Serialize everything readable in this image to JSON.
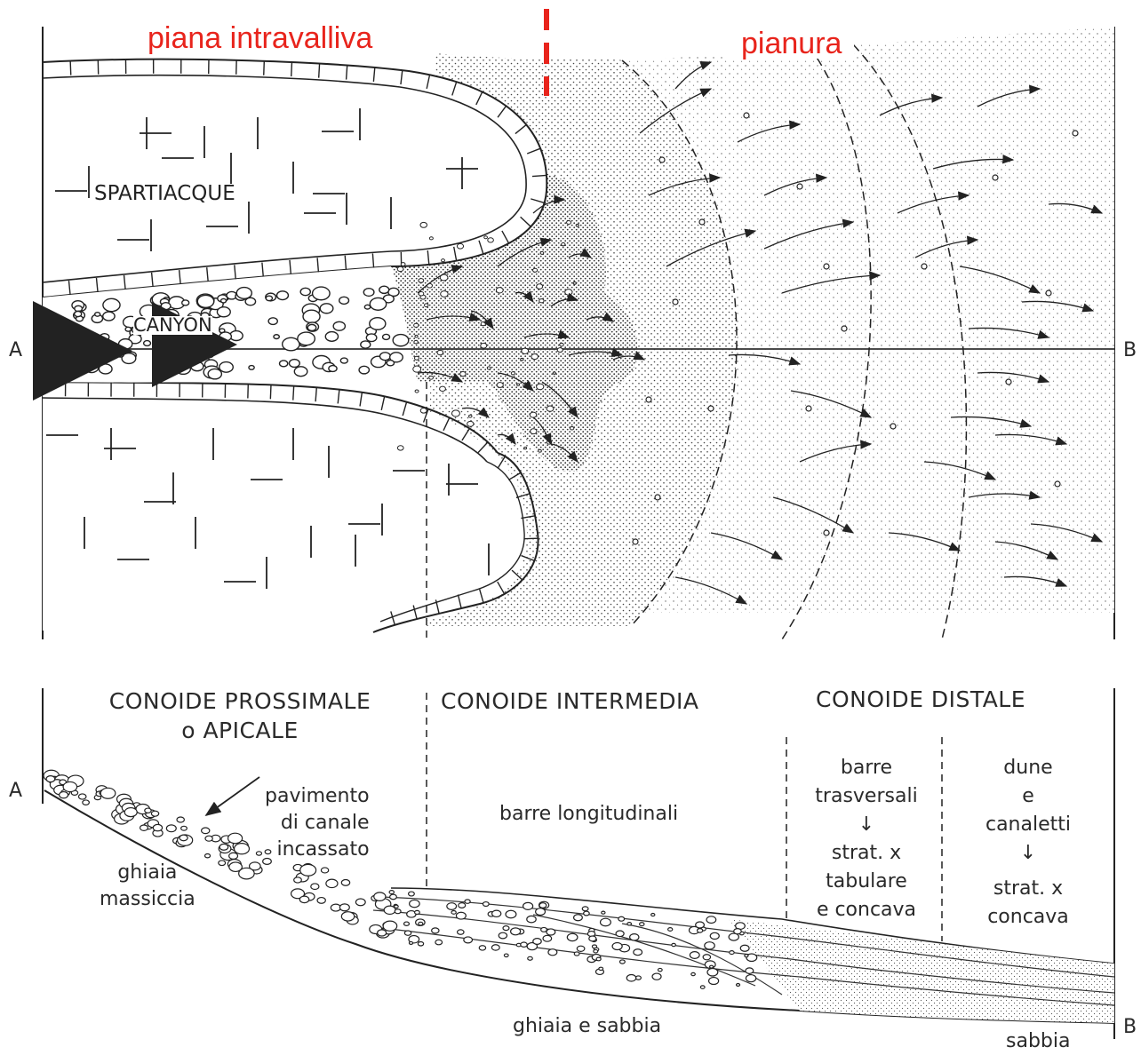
{
  "top_labels": {
    "piana_intravalliva": "piana intravalliva",
    "pianura": "pianura"
  },
  "map": {
    "spartiacque": "SPARTIACQUE",
    "canyon": "CANYON",
    "point_a": "A",
    "point_b": "B"
  },
  "section": {
    "point_a": "A",
    "point_b": "B",
    "zones": {
      "proximal_line1": "CONOIDE PROSSIMALE",
      "proximal_line2": "o APICALE",
      "intermediate": "CONOIDE INTERMEDIA",
      "distal": "CONOIDE DISTALE"
    },
    "pavimento": [
      "pavimento",
      "di canale",
      "incassato"
    ],
    "ghiaia_massiccia": [
      "ghiaia",
      "massiccia"
    ],
    "barre_longitudinali": "barre longitudinali",
    "barre_trasversali": [
      "barre",
      "trasversali",
      "↓",
      "strat. x",
      "tabulare",
      "e concava"
    ],
    "dune": [
      "dune",
      "e",
      "canaletti",
      "↓",
      "strat. x",
      "concava"
    ],
    "ghiaia_e_sabbia": "ghiaia e sabbia",
    "sabbia": "sabbia"
  },
  "colors": {
    "ink": "#1a1a1a",
    "red": "#e8241c"
  }
}
